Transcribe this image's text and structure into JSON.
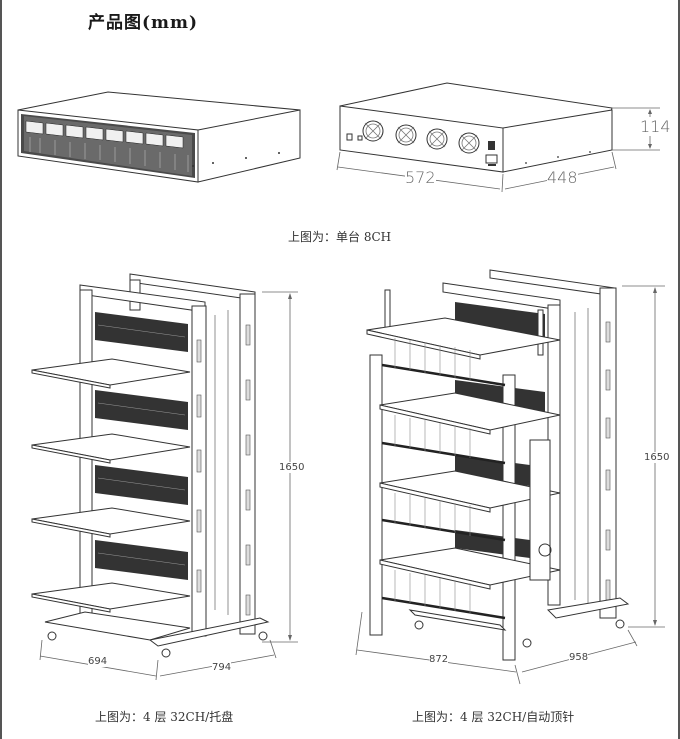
{
  "page": {
    "title": "产品图(mm)"
  },
  "single_unit": {
    "caption": "上图为：单台 8CH",
    "views": [
      "front-isometric",
      "rear-isometric"
    ],
    "dimensions": {
      "width": "572",
      "depth": "448",
      "height": "114"
    },
    "channels": 8,
    "rear_fans": 4
  },
  "tray_rack": {
    "caption": "上图为：4 层 32CH/托盘",
    "layers": 4,
    "dimensions": {
      "height": "1650",
      "width": "694",
      "depth": "794"
    }
  },
  "auto_pin_rack": {
    "caption": "上图为：4 层 32CH/自动顶针",
    "layers": 4,
    "dimensions": {
      "height": "1650",
      "width": "872",
      "depth": "958"
    }
  },
  "colors": {
    "line": "#333333",
    "dimension": "#666666",
    "background": "#ffffff",
    "border": "#555555"
  }
}
